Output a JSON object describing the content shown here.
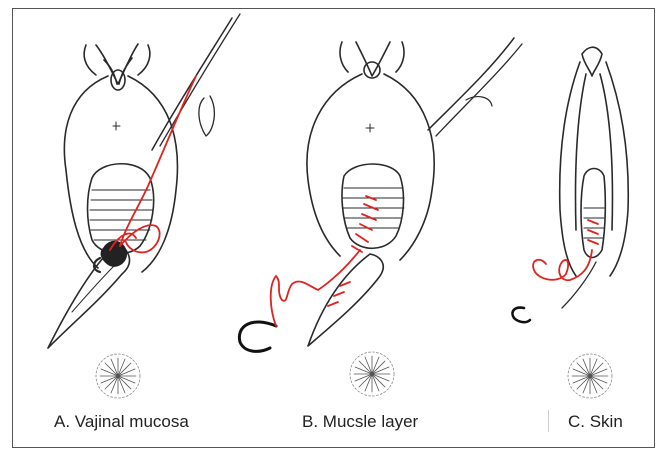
{
  "figure": {
    "panels": [
      {
        "id": "A",
        "caption": "A. Vajinal mucosa"
      },
      {
        "id": "B",
        "caption": "B. Mucsle layer"
      },
      {
        "id": "C",
        "caption": "C. Skin"
      }
    ],
    "colors": {
      "line": "#2a2a2a",
      "suture": "#e0231f",
      "border": "#555555",
      "background": "#ffffff"
    }
  }
}
